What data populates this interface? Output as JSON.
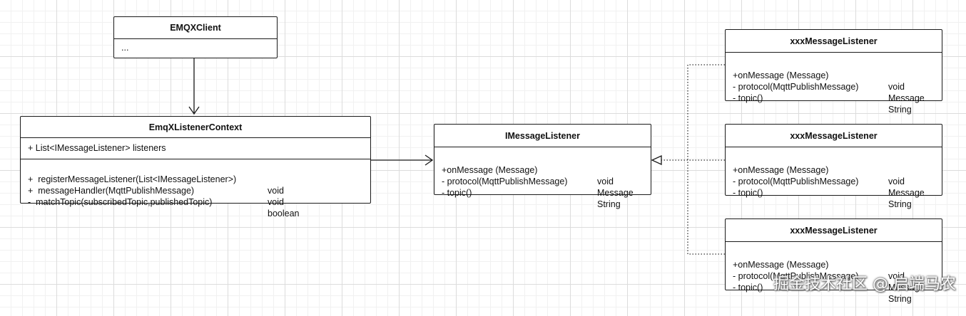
{
  "classes": {
    "emqx_client": {
      "name": "EMQXClient",
      "body": "..."
    },
    "listener_context": {
      "name": "EmqXListenerContext",
      "attribute": "+ List<IMessageListener> listeners",
      "methods": [
        {
          "name": "+  registerMessageListener(List<IMessageListener>)",
          "type": "void"
        },
        {
          "name": "+  messageHandler(MqttPublishMessage)",
          "type": "void"
        },
        {
          "name": "-  matchTopic(subscribedTopic,publishedTopic)",
          "type": "boolean"
        }
      ]
    },
    "imessage_listener": {
      "name": "IMessageListener",
      "methods": [
        {
          "name": "+onMessage (Message)",
          "type": "void"
        },
        {
          "name": "- protocol(MqttPublishMessage)",
          "type": "Message"
        },
        {
          "name": "- topic()",
          "type": "String"
        }
      ]
    },
    "impl_1": {
      "name": "xxxMessageListener",
      "methods": [
        {
          "name": "+onMessage (Message)",
          "type": "void"
        },
        {
          "name": "- protocol(MqttPublishMessage)",
          "type": "Message"
        },
        {
          "name": "- topic()",
          "type": "String"
        }
      ]
    },
    "impl_2": {
      "name": "xxxMessageListener",
      "methods": [
        {
          "name": "+onMessage (Message)",
          "type": "void"
        },
        {
          "name": "- protocol(MqttPublishMessage)",
          "type": "Message"
        },
        {
          "name": "- topic()",
          "type": "String"
        }
      ]
    },
    "impl_3": {
      "name": "xxxMessageListener",
      "methods": [
        {
          "name": "+onMessage (Message)",
          "type": "void"
        },
        {
          "name": "- protocol(MqttPublishMessage)",
          "type": "Message"
        },
        {
          "name": "- topic()",
          "type": "String"
        }
      ]
    }
  },
  "watermark": "掘金技术社区 @ 启端马农",
  "colors": {
    "line": "#1a1a1a",
    "grid_major": "#dcdcdc",
    "grid_minor": "#f1f1f1"
  }
}
